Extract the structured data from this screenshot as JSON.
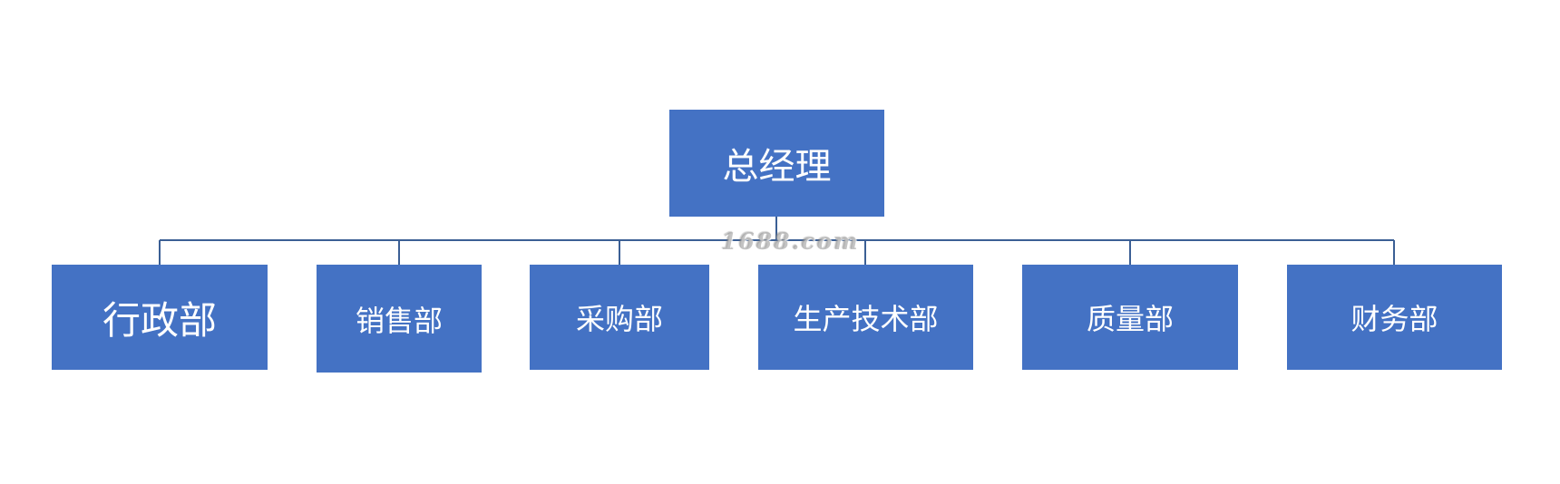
{
  "org_chart": {
    "root": {
      "label": "总经理"
    },
    "departments": [
      {
        "label": "行政部"
      },
      {
        "label": "销售部"
      },
      {
        "label": "采购部"
      },
      {
        "label": "生产技术部"
      },
      {
        "label": "质量部"
      },
      {
        "label": "财务部"
      }
    ]
  },
  "watermark": {
    "text": "1688.com"
  },
  "colors": {
    "node_fill": "#4472c4",
    "node_text": "#ffffff",
    "connector": "#3b5f95",
    "background": "#ffffff"
  }
}
